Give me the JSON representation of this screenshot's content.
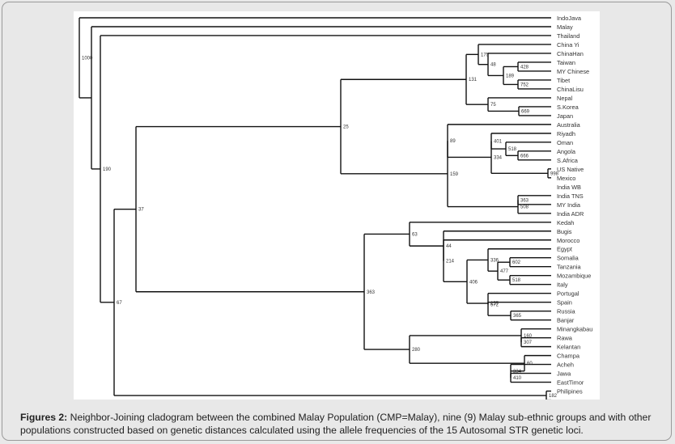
{
  "tree": {
    "leaves": [
      "IndoJava",
      "Malay",
      "Thailand",
      "China Yi",
      "ChinaHan",
      "Taiwan",
      "MY Chinese",
      "Tibet",
      "ChinaLisu",
      "Nepal",
      "S.Korea",
      "Japan",
      "Australia",
      "Riyadh",
      "Oman",
      "Angola",
      "S.Africa",
      "US Native",
      "Mexico",
      "India WB",
      "India TNS",
      "MY India",
      "India ADR",
      "Kedah",
      "Bugis",
      "Morocco",
      "Egypt",
      "Somalia",
      "Tanzania",
      "Mozambique",
      "Italy",
      "Portugal",
      "Spain",
      "Russia",
      "Banjar",
      "Minangkabau",
      "Rawa",
      "Kelantan",
      "Champa",
      "Acheh",
      "Jawa",
      "EastTimor",
      "Philipines"
    ],
    "bootstrap": [
      "1000",
      "190",
      "67",
      "37",
      "25",
      "175",
      "48",
      "189",
      "428",
      "752",
      "131",
      "75",
      "669",
      "159",
      "89",
      "334",
      "401",
      "518",
      "666",
      "998",
      "175",
      "508",
      "363",
      "280",
      "63",
      "44",
      "214",
      "406",
      "336",
      "477",
      "602",
      "518",
      "257",
      "572",
      "365",
      "160",
      "307",
      "60",
      "334",
      "410",
      "182"
    ]
  },
  "caption": {
    "label": "Figures 2:",
    "text": "Neighbor-Joining cladogram between the combined Malay Population (CMP=Malay), nine (9) Malay sub-ethnic groups and with other populations constructed based on genetic distances calculated using the allele frequencies of the 15 Autosomal STR genetic loci."
  }
}
